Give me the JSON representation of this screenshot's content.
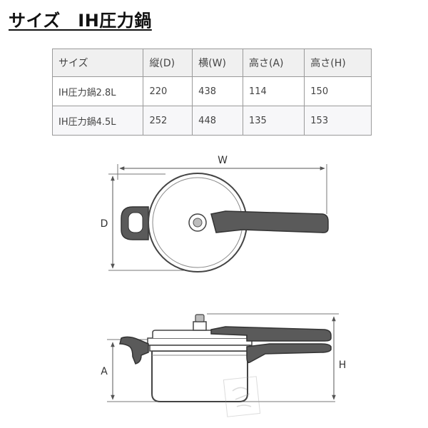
{
  "title": "サイズ　IH圧力鍋",
  "table": {
    "headers": [
      "サイズ",
      "縦(D)",
      "横(W)",
      "高さ(A)",
      "高さ(H)"
    ],
    "rows": [
      [
        "IH圧力鍋2.8L",
        "220",
        "438",
        "114",
        "150"
      ],
      [
        "IH圧力鍋4.5L",
        "252",
        "448",
        "135",
        "153"
      ]
    ]
  },
  "diagram": {
    "label_w": "W",
    "label_d": "D",
    "label_a": "A",
    "label_h": "H"
  },
  "colors": {
    "handle": "#5a5a5a",
    "outline": "#444444",
    "dimension": "#555555"
  }
}
